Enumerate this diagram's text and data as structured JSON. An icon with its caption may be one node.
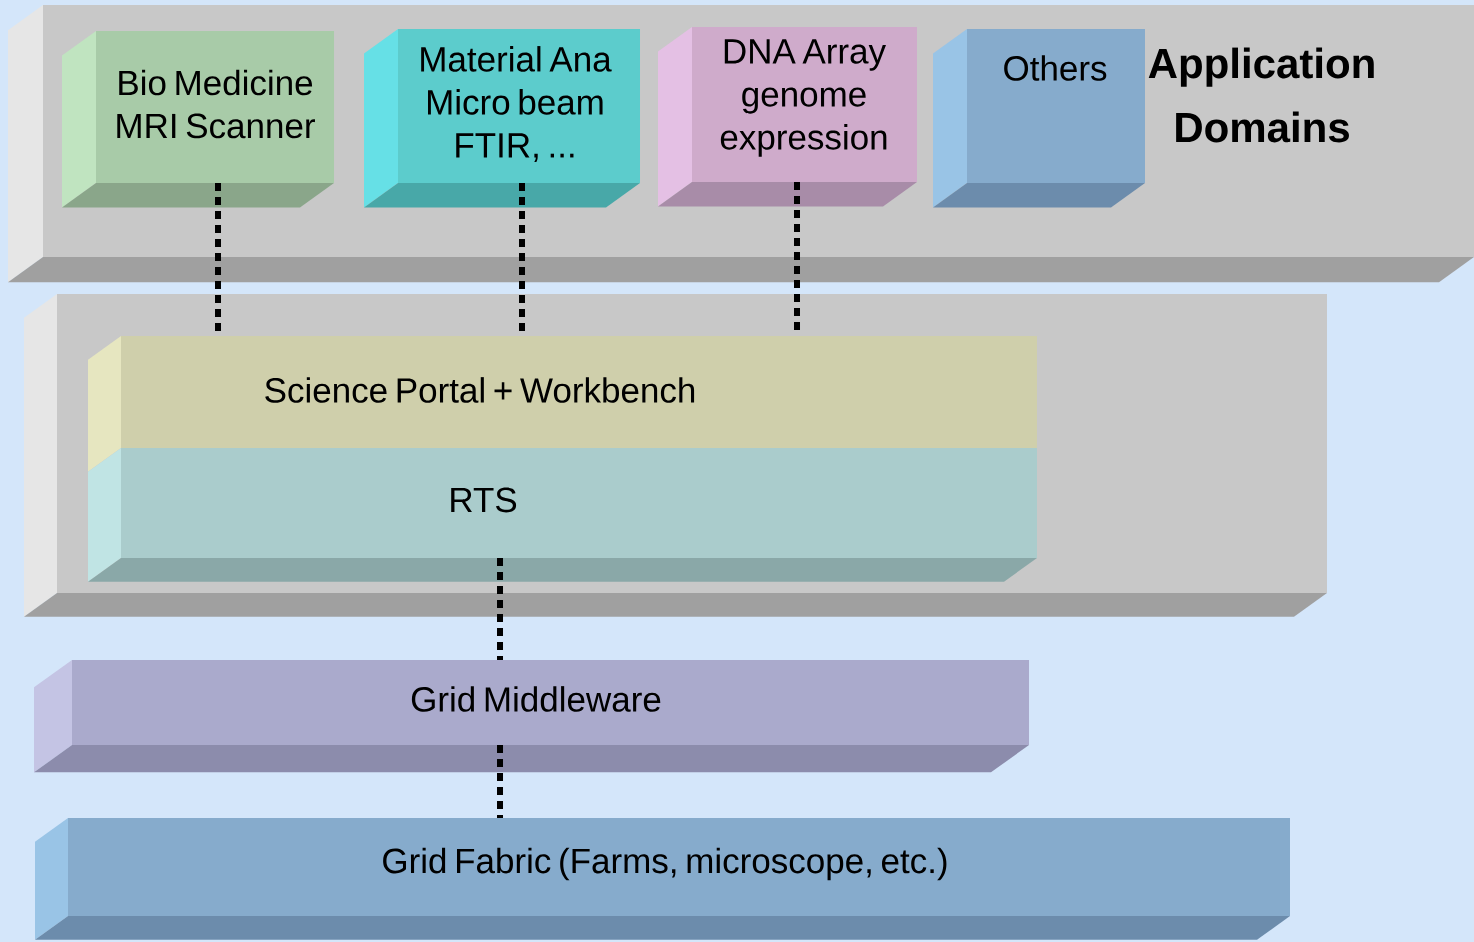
{
  "diagram": {
    "nodes": [
      {
        "text": [
          "Application Domains"
        ]
      },
      {
        "text": [
          "Bio Medicine MRI Scanner"
        ],
        "in": 0
      },
      {
        "text": [
          "Material Ana Micro beam FTIR, ..."
        ],
        "in": 0
      },
      {
        "text": [
          "DNA Array genome expression"
        ],
        "in": 0
      },
      {
        "text": [
          "Others"
        ],
        "in": 0
      },
      {
        "text": [],
        "shape": "box"
      },
      {
        "text": [
          "Science Portal + Workbench"
        ],
        "in": 5
      },
      {
        "text": [
          "RTS"
        ],
        "in": 5
      },
      {
        "text": [
          "Grid Middleware"
        ]
      },
      {
        "text": [
          "Grid Fabric (Farms, microscope, etc.)"
        ]
      }
    ],
    "edges": [
      {
        "from": 1,
        "to": 6,
        "arrow": "none",
        "style": "dashed"
      },
      {
        "from": 2,
        "to": 6,
        "arrow": "none",
        "style": "dashed"
      },
      {
        "from": 3,
        "to": 6,
        "arrow": "none",
        "style": "dashed"
      },
      {
        "from": 7,
        "to": 8,
        "arrow": "none",
        "style": "dashed"
      },
      {
        "from": 8,
        "to": 9,
        "arrow": "none",
        "style": "dashed"
      }
    ]
  }
}
